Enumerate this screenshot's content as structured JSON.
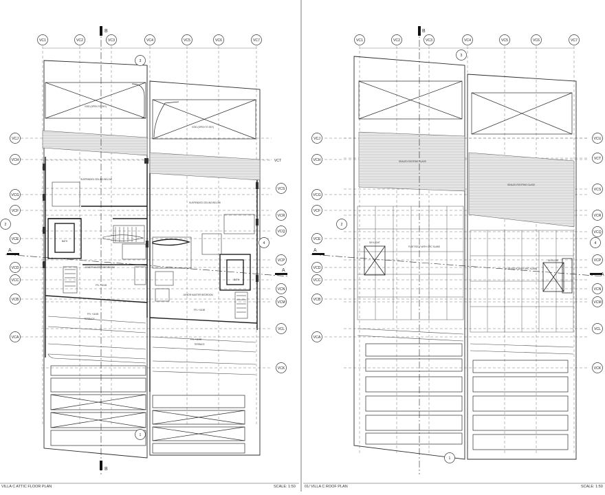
{
  "left_sheet": {
    "title": "VILLA C ATTIC FLOOR PLAN",
    "scale": "SCALE: 1:50",
    "grid_cols": [
      "VC1",
      "VC2",
      "VC3",
      "VC4",
      "VC5",
      "VC6",
      "VC7"
    ],
    "grid_rows_left": [
      "VCJ",
      "VCH",
      "VCG",
      "VCF",
      "VCE",
      "VCD",
      "VCC",
      "VCB",
      "VCA"
    ],
    "grid_rows_right": [
      "VCT",
      "VCS",
      "VCR",
      "VCQ",
      "VCP",
      "VCN",
      "VCM",
      "VCL",
      "VCK"
    ],
    "section_marks": {
      "b_top": "B",
      "b_bottom": "B",
      "a_left": "A",
      "a_right": "A"
    },
    "callouts": {
      "c1": "1",
      "c2": "2",
      "c3": "3",
      "c4": "4"
    },
    "room_labels": {
      "void_left": "VOID (OPEN TO SKY)",
      "void_right": "VOID (OPEN TO SKY)",
      "ceiling_left": "SUSPENDED CEILING BELOW",
      "ceiling_right": "SUSPENDED CEILING BELOW",
      "bath_left": "BATH",
      "bath_right": "BATH",
      "bed_left": "JUNIOR MASTER BEDROOM",
      "bed_right": "JUNIOR MASTER BEDROOM",
      "terrace_left": "TERRACE",
      "terrace_right": "TERRACE",
      "ffl_left_1": "FFL +18.55",
      "ffl_left_2": "FFL +18.55",
      "ffl_right_1": "FFL +18.55",
      "ffl_right_2": "FFL +18.55"
    }
  },
  "right_sheet": {
    "title": "01/ VILLA C ROOF PLAN",
    "scale": "SCALE: 1:50",
    "grid_cols": [
      "VC1",
      "VC2",
      "VC3",
      "VC4",
      "VC5",
      "VC6",
      "VC7"
    ],
    "grid_rows_left": [
      "VCJ",
      "VCH",
      "VCG",
      "VCF",
      "VCE",
      "VCD",
      "VCC",
      "VCB",
      "VCA"
    ],
    "grid_rows_right": [
      "VCU",
      "VCT",
      "VCS",
      "VCR",
      "VCQ",
      "VCP",
      "VCN",
      "VCM",
      "VCL",
      "VCK"
    ],
    "section_marks": {
      "b_top": "B",
      "a_left": "A",
      "a_right": "A"
    },
    "callouts": {
      "c1": "1",
      "c2": "2",
      "c3": "3",
      "c4": "4"
    },
    "room_labels": {
      "glass_left": "SEALED ROOFING GLASS",
      "glass_right": "SEALED ROOFING GLASS",
      "roof_left": "FLAT ROOF WITH GRC SLABS",
      "roof_right": "FLAT ROOF WITH GRC SLABS",
      "skylight_left": "SKYLIGHT",
      "skylight_right": "SKYLIGHT"
    }
  },
  "colors": {
    "line": "#2a2a2a",
    "hatch": "#b5b5b5",
    "grid": "#8a8a8a",
    "paper": "#ffffff"
  }
}
